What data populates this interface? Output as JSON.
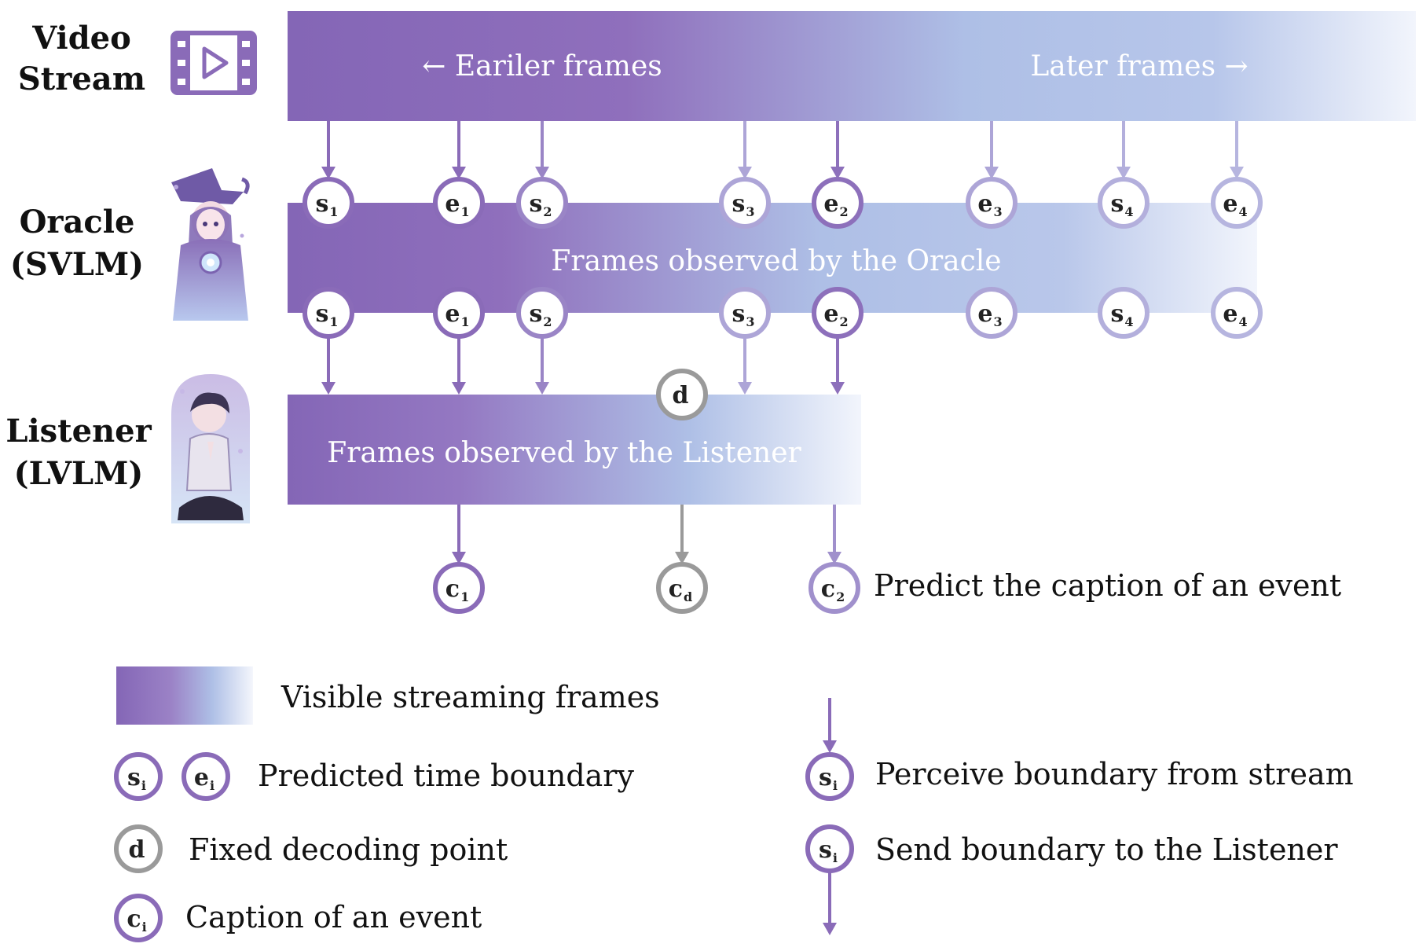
{
  "colors": {
    "purple": "#8a6bb8",
    "light_blue": "#aebfe6",
    "gray": "#9a9a9a",
    "white": "#ffffff"
  },
  "rows": {
    "video": [
      "Video",
      "Stream"
    ],
    "oracle": [
      "Oracle",
      "(SVLM)"
    ],
    "listener": [
      "Listener",
      "(LVLM)"
    ]
  },
  "icons": {
    "video": "video-play-icon",
    "oracle": "wizard-oracle-icon",
    "listener": "praying-listener-icon"
  },
  "bands": {
    "stream_earlier": "← Eariler frames",
    "stream_later": "Later frames →",
    "oracle": "Frames observed by the Oracle",
    "listener": "Frames observed by the Listener"
  },
  "boundaries": [
    {
      "letter": "s",
      "sub": "1",
      "strength": 1.0
    },
    {
      "letter": "e",
      "sub": "1",
      "strength": 1.0
    },
    {
      "letter": "s",
      "sub": "2",
      "strength": 0.75
    },
    {
      "letter": "s",
      "sub": "3",
      "strength": 0.45
    },
    {
      "letter": "e",
      "sub": "2",
      "strength": 0.95
    },
    {
      "letter": "e",
      "sub": "3",
      "strength": 0.45
    },
    {
      "letter": "s",
      "sub": "4",
      "strength": 0.35
    },
    {
      "letter": "e",
      "sub": "4",
      "strength": 0.3
    }
  ],
  "decode_point": {
    "label": "d"
  },
  "captions": [
    {
      "letter": "c",
      "sub": "1",
      "kind": "purple"
    },
    {
      "letter": "c",
      "sub": "d",
      "kind": "gray"
    },
    {
      "letter": "c",
      "sub": "2",
      "kind": "light"
    }
  ],
  "caption_note": "Predict the caption of an event",
  "legend": {
    "visible_frames": "Visible streaming frames",
    "predicted_boundary": "Predicted time boundary",
    "fixed_decoding": "Fixed decoding point",
    "caption_event": "Caption of an event",
    "perceive": "Perceive boundary from stream",
    "send": "Send boundary to the Listener",
    "sym_s": {
      "letter": "s",
      "sub": "i"
    },
    "sym_e": {
      "letter": "e",
      "sub": "i"
    },
    "sym_d": "d",
    "sym_c": {
      "letter": "c",
      "sub": "i"
    }
  }
}
